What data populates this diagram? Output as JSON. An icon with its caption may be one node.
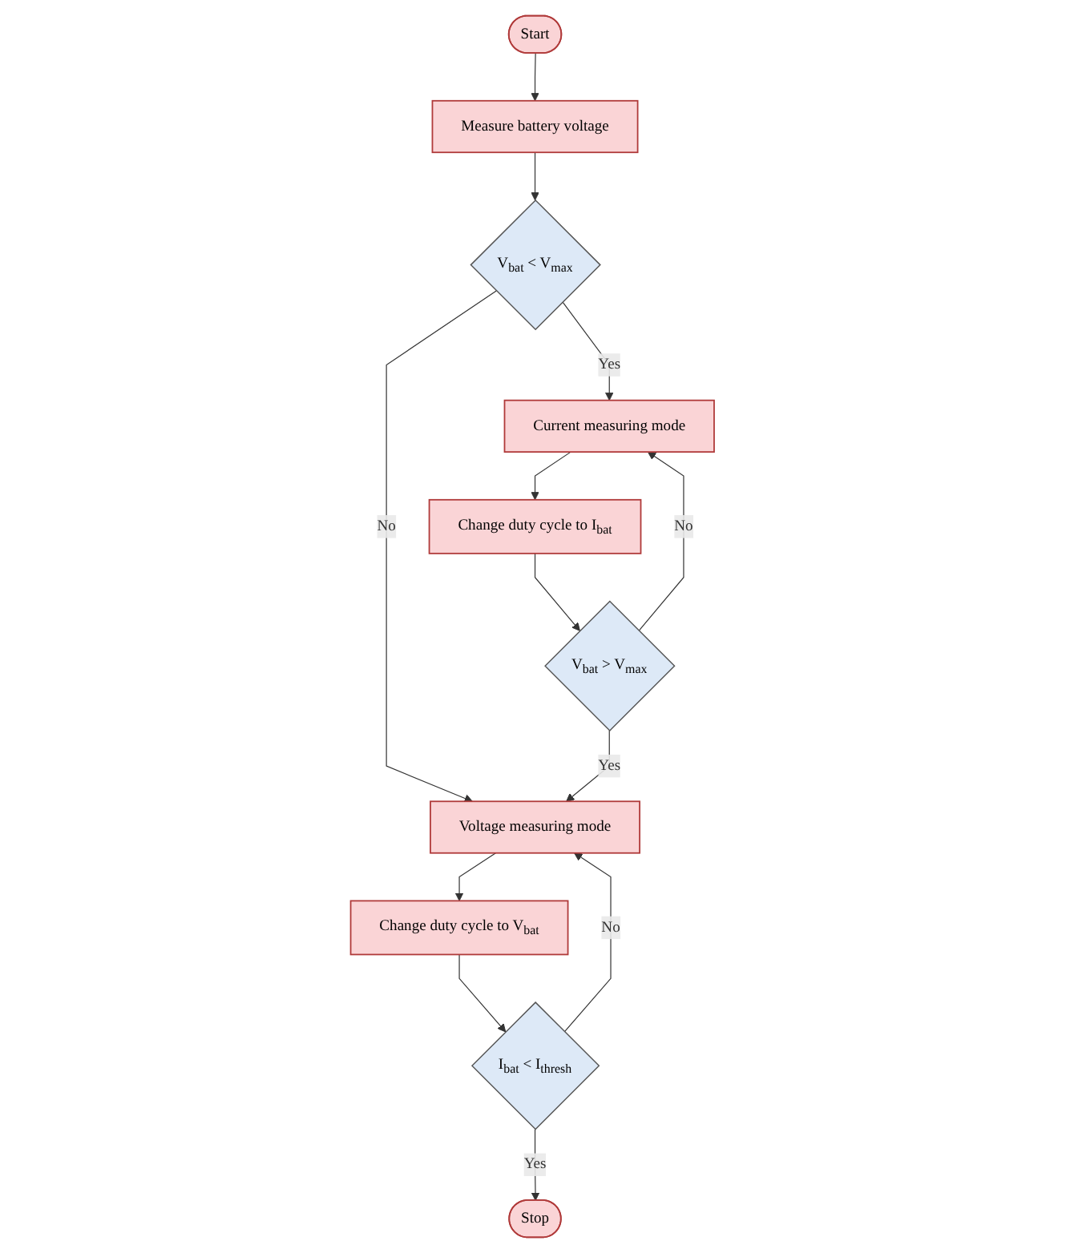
{
  "diagram": {
    "nodes": [
      {
        "text": [
          "Start"
        ]
      },
      {
        "text": [
          "Measure battery voltage"
        ]
      },
      {
        "text": [
          "V$_{bat}$ < V$_{max}$"
        ]
      },
      {
        "text": [
          "Current measuring mode"
        ]
      },
      {
        "text": [
          "Voltage measuring mode"
        ]
      },
      {
        "text": [
          "Change duty cycle to I$_{bat}$"
        ]
      },
      {
        "text": [
          "Change duty cycle to V$_{bat}$"
        ]
      },
      {
        "text": [
          "V$_{bat}$ > V$_{max}$"
        ]
      },
      {
        "text": [
          "I$_{bat}$ < I$_{thresh}$"
        ]
      },
      {
        "text": [
          "Stop"
        ]
      }
    ],
    "edges": [
      {
        "from": 0,
        "to": 1,
        "arrow": "to"
      },
      {
        "from": 1,
        "to": 2,
        "arrow": "to"
      },
      {
        "from": 2,
        "to": 3,
        "label": "Yes",
        "arrow": "to"
      },
      {
        "from": 2,
        "to": 4,
        "label": "No",
        "arrow": "to"
      },
      {
        "from": 3,
        "to": 5,
        "arrow": "to"
      },
      {
        "from": 4,
        "to": 6,
        "arrow": "to"
      },
      {
        "from": 5,
        "to": 7,
        "arrow": "to"
      },
      {
        "from": 6,
        "to": 8,
        "arrow": "to"
      },
      {
        "from": 7,
        "to": 3,
        "label": "No",
        "arrow": "to"
      },
      {
        "from": 7,
        "to": 4,
        "label": "Yes",
        "arrow": "to"
      },
      {
        "from": 8,
        "to": 4,
        "label": "No",
        "arrow": "to"
      },
      {
        "from": 8,
        "to": 9,
        "label": "Yes",
        "arrow": "to"
      }
    ]
  }
}
